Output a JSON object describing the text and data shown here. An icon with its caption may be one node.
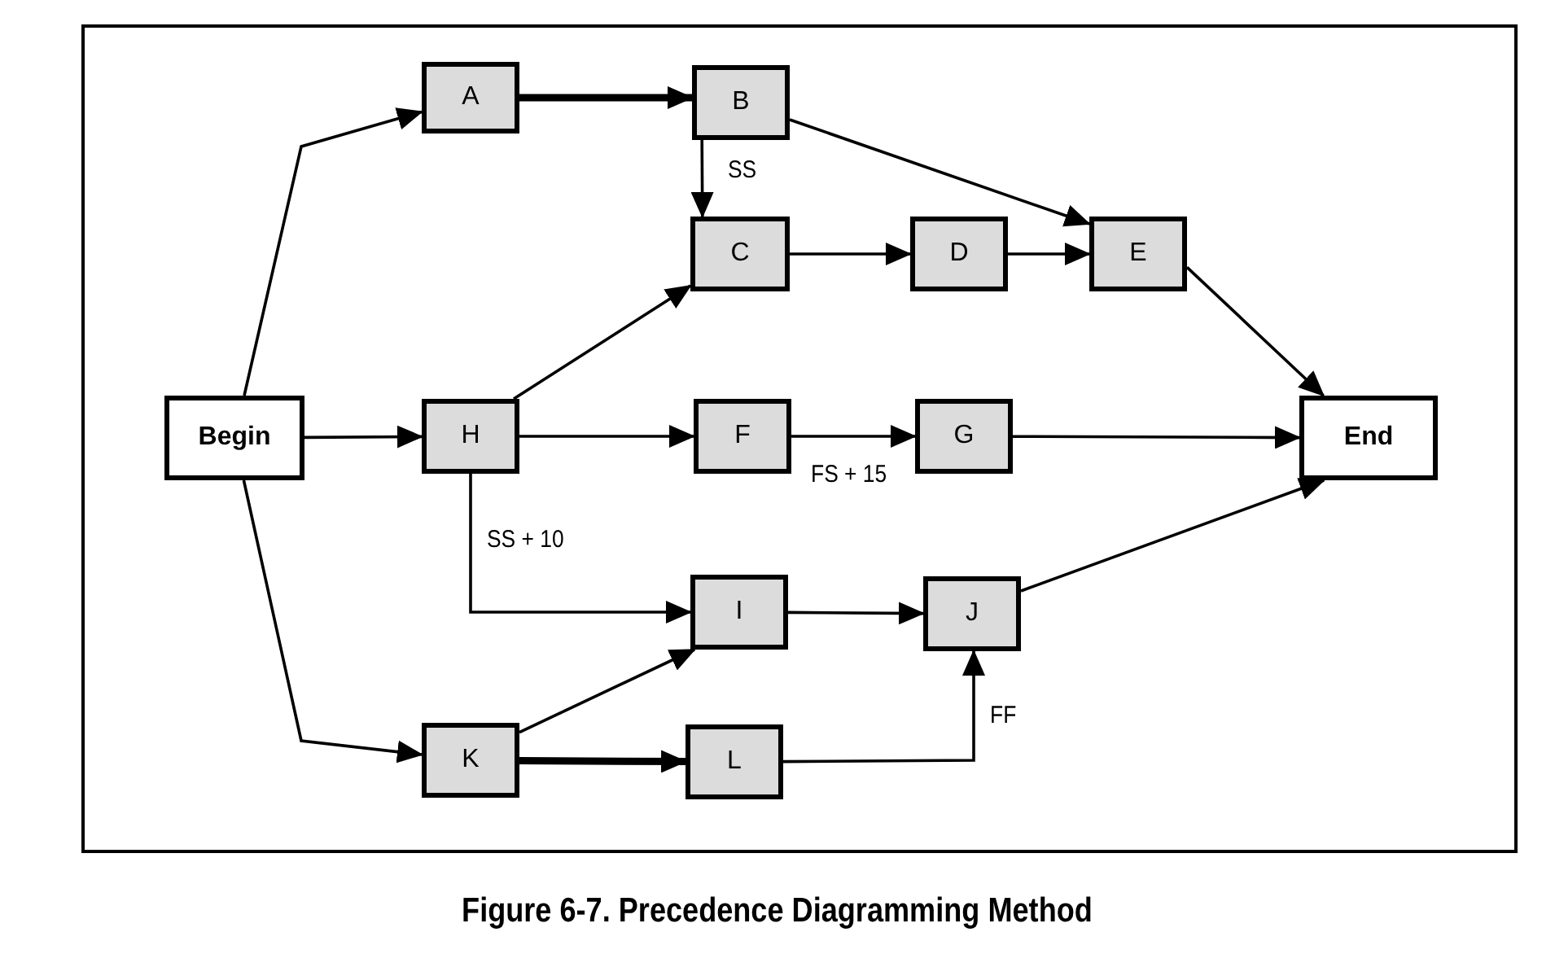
{
  "diagram": {
    "caption": "Figure 6-7. Precedence Diagramming Method",
    "nodes": [
      {
        "text": [
          "Begin"
        ]
      },
      {
        "text": [
          "A"
        ]
      },
      {
        "text": [
          "B"
        ]
      },
      {
        "text": [
          "C"
        ]
      },
      {
        "text": [
          "D"
        ]
      },
      {
        "text": [
          "E"
        ]
      },
      {
        "text": [
          "H"
        ]
      },
      {
        "text": [
          "F"
        ]
      },
      {
        "text": [
          "G"
        ]
      },
      {
        "text": [
          "End"
        ]
      },
      {
        "text": [
          "I"
        ]
      },
      {
        "text": [
          "J"
        ]
      },
      {
        "text": [
          "K"
        ]
      },
      {
        "text": [
          "L"
        ]
      }
    ],
    "edges": [
      {
        "from": 0,
        "to": 1,
        "arrow": "to"
      },
      {
        "from": 0,
        "to": 6,
        "arrow": "to"
      },
      {
        "from": 0,
        "to": 12,
        "arrow": "to"
      },
      {
        "from": 1,
        "to": 2,
        "arrow": "to",
        "style": "thick"
      },
      {
        "from": 2,
        "to": 3,
        "arrow": "to",
        "label": "SS"
      },
      {
        "from": 2,
        "to": 5,
        "arrow": "to"
      },
      {
        "from": 3,
        "to": 4,
        "arrow": "to"
      },
      {
        "from": 4,
        "to": 5,
        "arrow": "to"
      },
      {
        "from": 5,
        "to": 9,
        "arrow": "to"
      },
      {
        "from": 6,
        "to": 3,
        "arrow": "to"
      },
      {
        "from": 6,
        "to": 7,
        "arrow": "to"
      },
      {
        "from": 7,
        "to": 8,
        "arrow": "to",
        "label": "FS + 15"
      },
      {
        "from": 8,
        "to": 9,
        "arrow": "to"
      },
      {
        "from": 6,
        "to": 10,
        "arrow": "to",
        "label": "SS + 10"
      },
      {
        "from": 10,
        "to": 11,
        "arrow": "to"
      },
      {
        "from": 11,
        "to": 9,
        "arrow": "to"
      },
      {
        "from": 12,
        "to": 10,
        "arrow": "to"
      },
      {
        "from": 12,
        "to": 13,
        "arrow": "to",
        "style": "thick"
      },
      {
        "from": 13,
        "to": 11,
        "arrow": "to",
        "label": "FF"
      }
    ]
  }
}
